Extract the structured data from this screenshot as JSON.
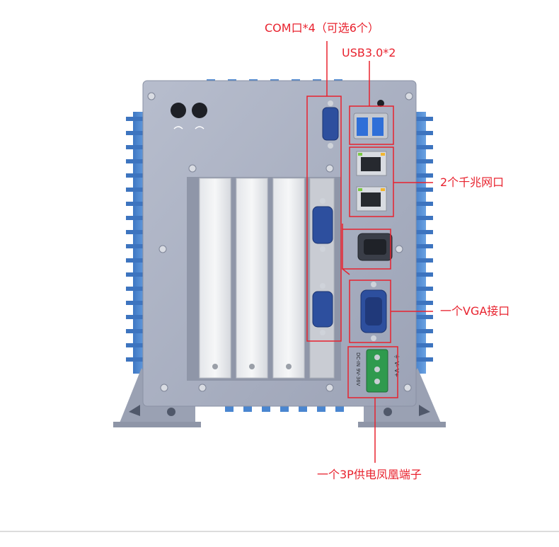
{
  "callouts": {
    "com": "COM口*4（可选6个）",
    "usb": "USB3.0*2",
    "lan": "2个千兆网口",
    "vga": "一个VGA接口",
    "power": "一个3P供电凤凰端子"
  },
  "device": {
    "power_terminal_text": "DC-IN 9V-36V",
    "power_pins_text": "⏚ V- V+"
  },
  "colors": {
    "callout": "#e8222e",
    "chassis": "#a9b0c2",
    "fins": "#4a86d0",
    "port_blue": "#2d4f9e",
    "terminal_green": "#2f9a4e"
  }
}
